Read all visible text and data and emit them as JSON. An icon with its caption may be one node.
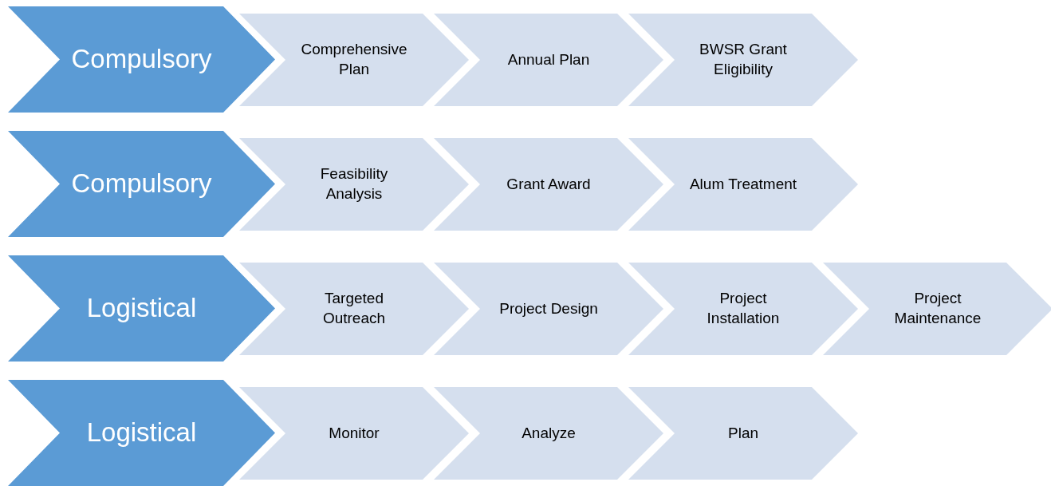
{
  "diagram": {
    "nodes": [
      {
        "text": [
          "Compulsory"
        ]
      },
      {
        "text": [
          "Comprehensive Plan"
        ]
      },
      {
        "text": [
          "Annual Plan"
        ]
      },
      {
        "text": [
          "BWSR Grant Eligibility"
        ]
      },
      {
        "text": [
          "Compulsory"
        ]
      },
      {
        "text": [
          "Feasibility Analysis"
        ]
      },
      {
        "text": [
          "Grant Award"
        ]
      },
      {
        "text": [
          "Alum Treatment"
        ]
      },
      {
        "text": [
          "Logistical"
        ]
      },
      {
        "text": [
          "Targeted Outreach"
        ]
      },
      {
        "text": [
          "Project Design"
        ]
      },
      {
        "text": [
          "Project Installation"
        ]
      },
      {
        "text": [
          "Project Maintenance"
        ]
      },
      {
        "text": [
          "Logistical"
        ]
      },
      {
        "text": [
          "Monitor"
        ]
      },
      {
        "text": [
          "Analyze"
        ]
      },
      {
        "text": [
          "Plan"
        ]
      }
    ]
  }
}
